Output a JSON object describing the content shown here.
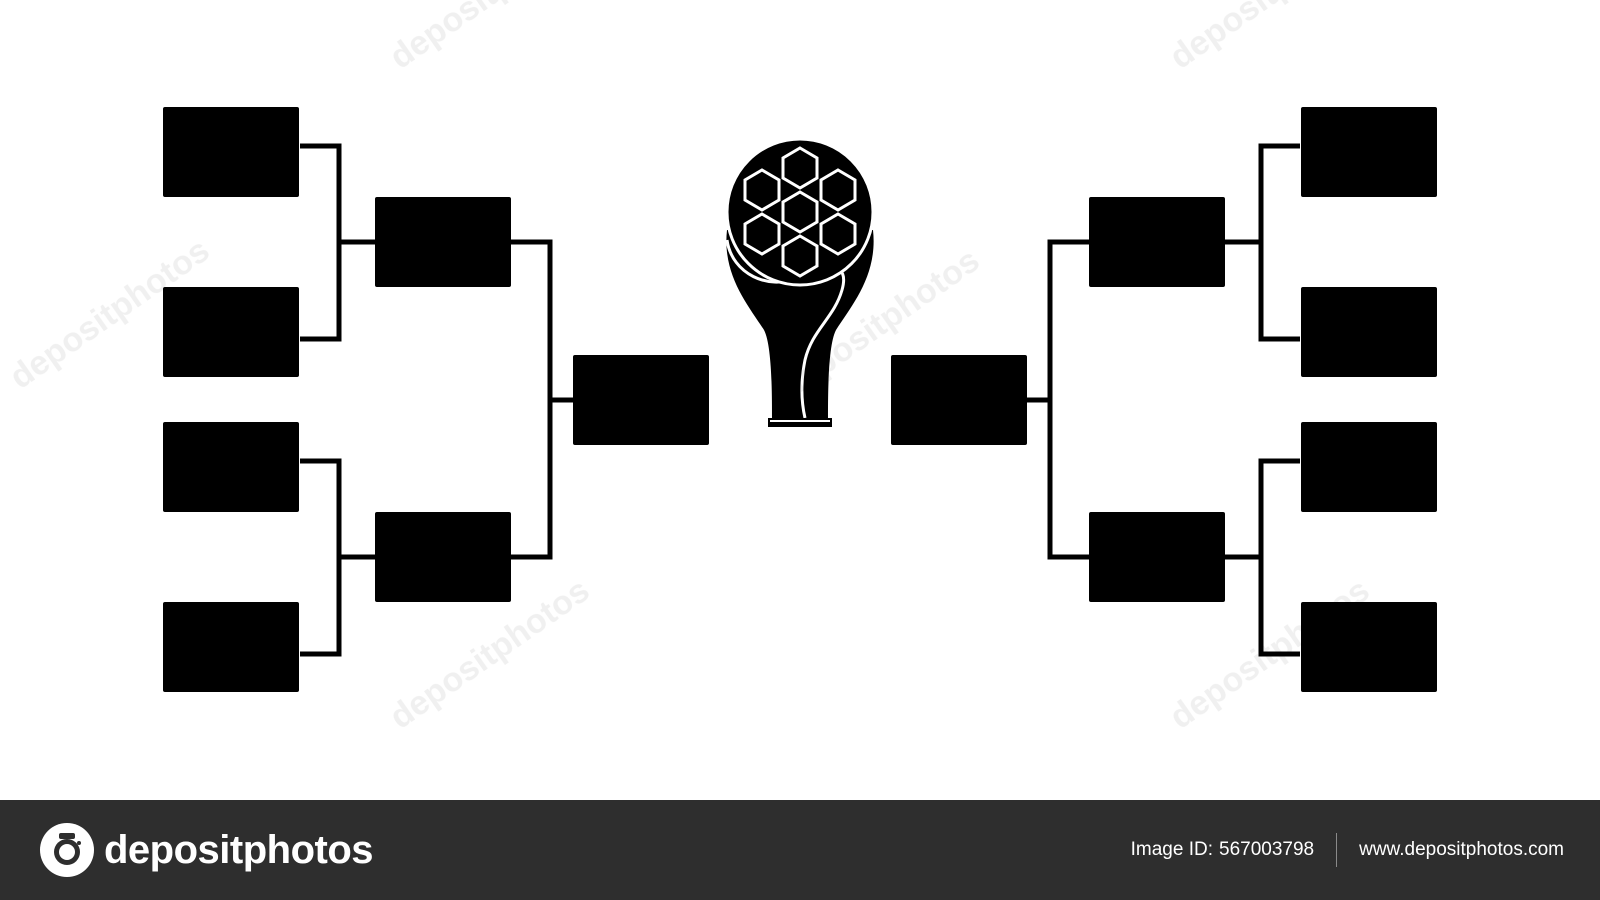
{
  "diagram": {
    "type": "tournament-bracket",
    "rounds_per_side": [
      "round-of-8",
      "semifinal",
      "final"
    ],
    "box_color": "#000000",
    "line_color": "#000000",
    "trophy_icon": "soccer-ball-trophy-icon"
  },
  "footer": {
    "brand": "depositphotos",
    "image_id_label": "Image ID:",
    "image_id": "567003798",
    "url": "www.depositphotos.com",
    "background": "#2e2e2e"
  },
  "watermark": {
    "text": "depositphotos"
  }
}
